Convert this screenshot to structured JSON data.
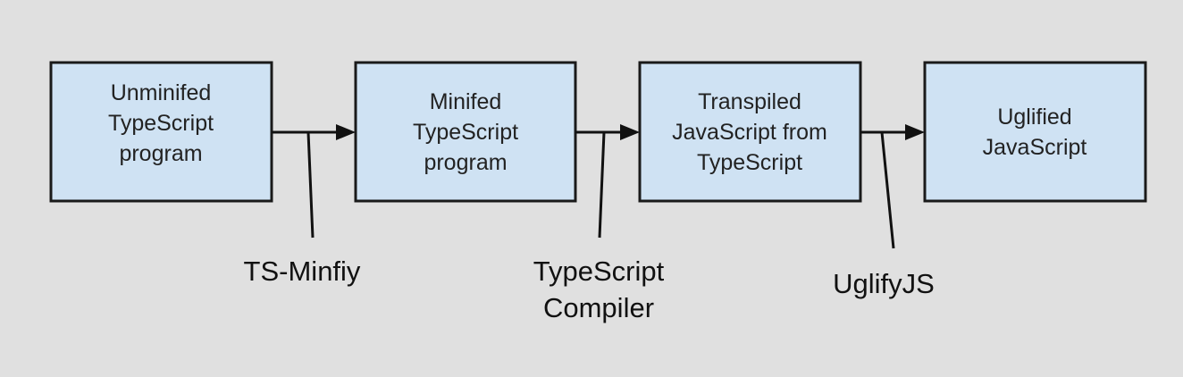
{
  "boxes": [
    {
      "lines": [
        "Unminifed",
        "TypeScript",
        "program"
      ]
    },
    {
      "lines": [
        "Minifed",
        "TypeScript",
        "program"
      ]
    },
    {
      "lines": [
        "Transpiled",
        "JavaScript from",
        "TypeScript"
      ]
    },
    {
      "lines": [
        "Uglified",
        "JavaScript"
      ]
    }
  ],
  "tools": [
    {
      "lines": [
        "TS-Minfiy"
      ]
    },
    {
      "lines": [
        "TypeScript",
        "Compiler"
      ]
    },
    {
      "lines": [
        "UglifyJS"
      ]
    }
  ],
  "colors": {
    "background": "#e0e0e0",
    "box_fill": "#cfe2f3",
    "stroke": "#1a1a1a"
  }
}
